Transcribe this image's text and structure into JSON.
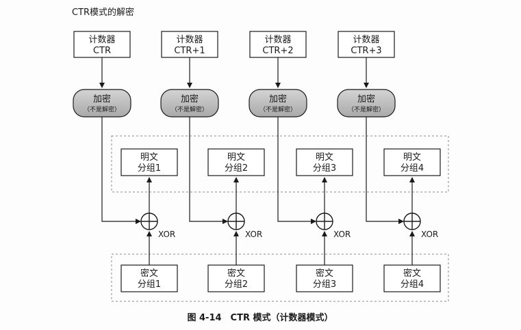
{
  "title": "CTR模式的解密",
  "caption": "图 4-14　CTR 模式（计数器模式）",
  "counter_label": "计数器",
  "counters": [
    "CTR",
    "CTR+1",
    "CTR+2",
    "CTR+3"
  ],
  "encrypt_label": "加密",
  "encrypt_note": "（不是解密）",
  "plaintext_line1": "明文",
  "plaintext_groups": [
    "分组1",
    "分组2",
    "分组3",
    "分组4"
  ],
  "ciphertext_line1": "密文",
  "ciphertext_groups": [
    "分组1",
    "分组2",
    "分组3",
    "分组4"
  ],
  "xor_label": "XOR"
}
